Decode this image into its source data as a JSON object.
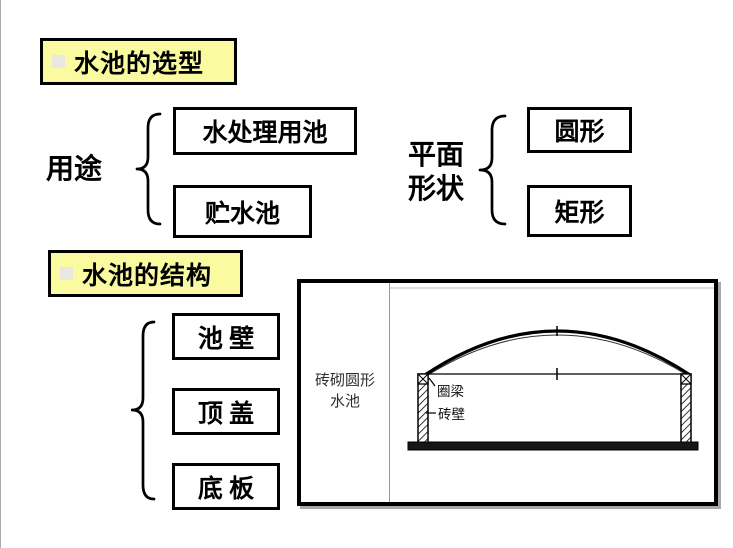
{
  "page": {
    "background": "#ffffff",
    "accent_yellow": "#fafaa0",
    "bullet_color": "#e8e8e1",
    "border_color": "#000000"
  },
  "section1": {
    "title": "水池的选型",
    "groups": [
      {
        "label": "用途",
        "items": [
          "水处理用池",
          "贮水池"
        ]
      },
      {
        "label_lines": [
          "平面",
          "形状"
        ],
        "items": [
          "圆形",
          "矩形"
        ]
      }
    ]
  },
  "section2": {
    "title": "水池的结构",
    "items": [
      "池 壁",
      "顶 盖",
      "底 板"
    ],
    "figure": {
      "caption_lines": [
        "砖砌圆形",
        "水池"
      ],
      "labels": {
        "ring_beam": "圈梁",
        "brick_wall": "砖壁"
      }
    }
  }
}
